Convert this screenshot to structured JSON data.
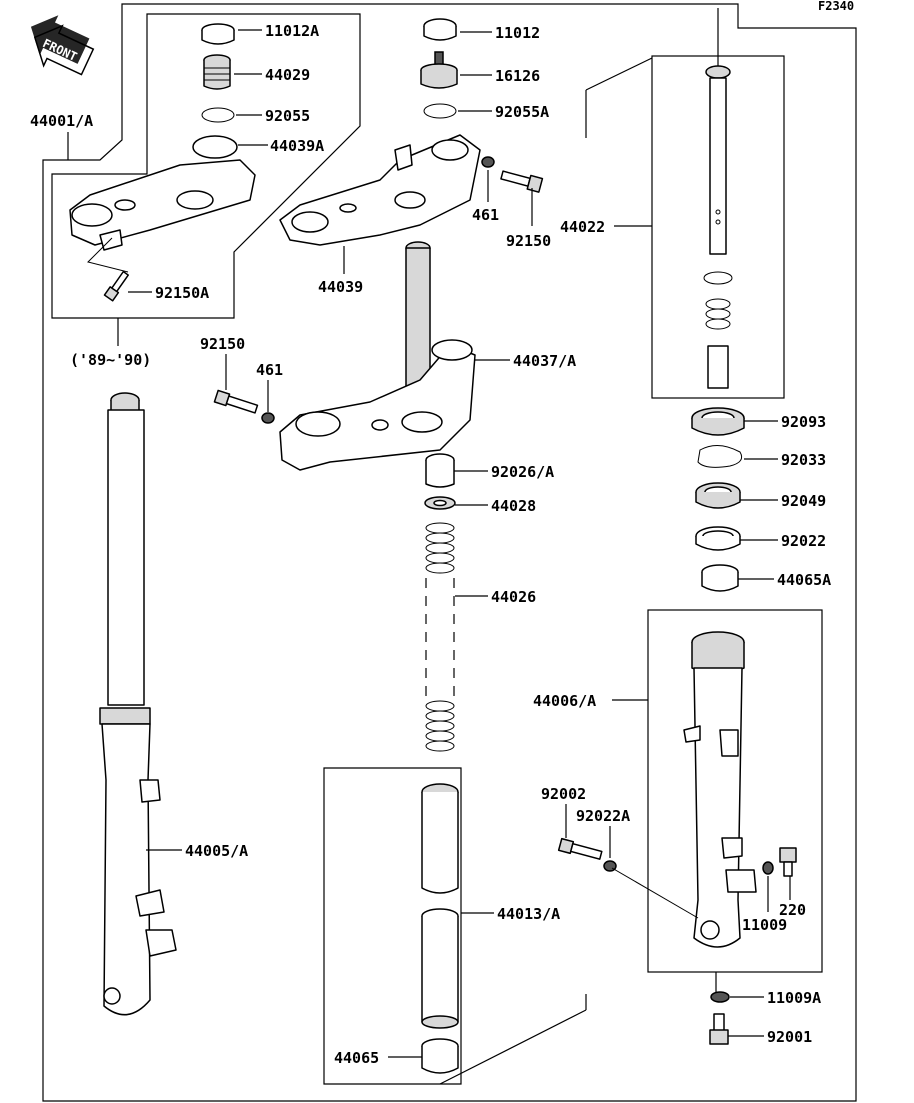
{
  "diagram": {
    "code": "F2340",
    "front_label": "FRONT",
    "year_note": "('89~'90)",
    "labels": {
      "p11012A": "11012A",
      "p44029": "44029",
      "p92055": "92055",
      "p44039A": "44039A",
      "p92150A": "92150A",
      "p44001A": "44001/A",
      "p11012": "11012",
      "p16126": "16126",
      "p92055A": "92055A",
      "p461a": "461",
      "p92150a": "92150",
      "p44039": "44039",
      "p44022": "44022",
      "p92150b": "92150",
      "p461b": "461",
      "p44037A": "44037/A",
      "p92093": "92093",
      "p92033": "92033",
      "p92049": "92049",
      "p92022": "92022",
      "p44065A": "44065A",
      "p92026A": "92026/A",
      "p44028": "44028",
      "p44026": "44026",
      "p44006A": "44006/A",
      "p92002": "92002",
      "p92022A": "92022A",
      "p220": "220",
      "p11009": "11009",
      "p11009A": "11009A",
      "p92001": "92001",
      "p44005A": "44005/A",
      "p44013A": "44013/A",
      "p44065": "44065"
    }
  }
}
